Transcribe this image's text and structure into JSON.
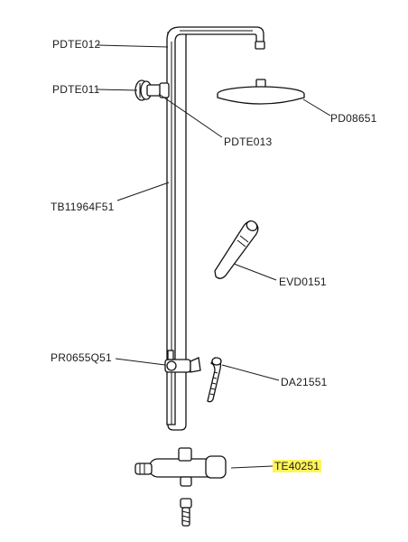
{
  "parts": [
    {
      "code": "PDTE012"
    },
    {
      "code": "PDTE011"
    },
    {
      "code": "PD08651"
    },
    {
      "code": "PDTE013"
    },
    {
      "code": "TB11964F51"
    },
    {
      "code": "EVD0151"
    },
    {
      "code": "PR0655Q51"
    },
    {
      "code": "DA21551"
    },
    {
      "code": "TE40251",
      "highlighted": true
    }
  ],
  "colors": {
    "highlight": "#fff45a",
    "ink": "#111111"
  }
}
